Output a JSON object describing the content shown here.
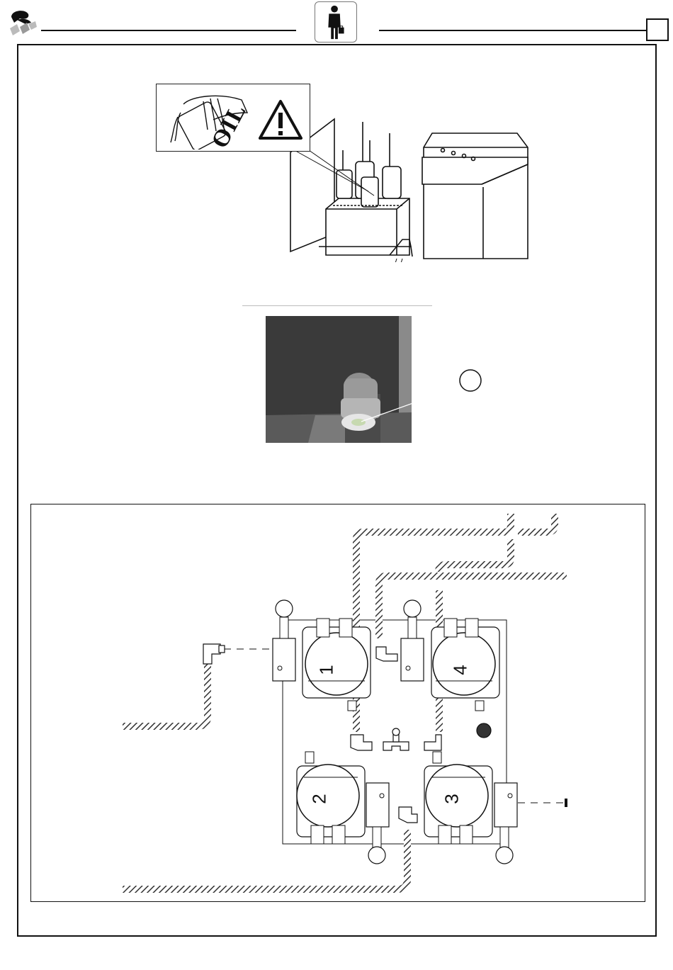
{
  "header": {
    "logo_icon": "manufacturer-logo-icon",
    "operator_icon": "operator-with-briefcase-icon",
    "corner_icon": "page-corner-box"
  },
  "warning_card": {
    "oil_label": "OIL",
    "icons": [
      "hand-pouring-oil-icon",
      "warning-triangle-icon"
    ]
  },
  "schematic": {
    "pump_labels": [
      "1",
      "2",
      "3",
      "4"
    ]
  },
  "colors": {
    "line": "#111111",
    "hatch": "#555555",
    "photo_dark": "#2b2b2b"
  }
}
